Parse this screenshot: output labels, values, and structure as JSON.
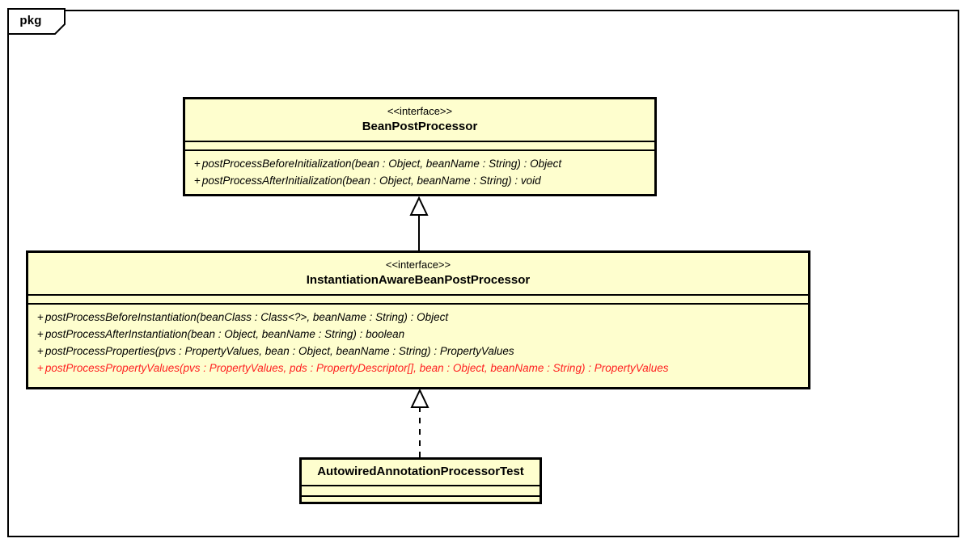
{
  "diagram": {
    "package_label": "pkg",
    "type": "uml-class-diagram"
  },
  "classes": [
    {
      "id": "beanpostprocessor",
      "stereotype": "<<interface>>",
      "name": "BeanPostProcessor",
      "attributes": [],
      "operations": [
        {
          "visibility": "+",
          "signature": "postProcessBeforeInitialization(bean : Object, beanName : String) : Object",
          "deprecated": false
        },
        {
          "visibility": "+",
          "signature": "postProcessAfterInitialization(bean : Object, beanName : String) : void",
          "deprecated": false
        }
      ]
    },
    {
      "id": "instantiationaware",
      "stereotype": "<<interface>>",
      "name": "InstantiationAwareBeanPostProcessor",
      "attributes": [],
      "operations": [
        {
          "visibility": "+",
          "signature": "postProcessBeforeInstantiation(beanClass : Class<?>, beanName : String) : Object",
          "deprecated": false
        },
        {
          "visibility": "+",
          "signature": "postProcessAfterInstantiation(bean : Object, beanName : String) : boolean",
          "deprecated": false
        },
        {
          "visibility": "+",
          "signature": "postProcessProperties(pvs : PropertyValues, bean : Object, beanName : String) : PropertyValues",
          "deprecated": false
        },
        {
          "visibility": "+",
          "signature": "postProcessPropertyValues(pvs : PropertyValues, pds : PropertyDescriptor[], bean : Object, beanName : String) : PropertyValues",
          "deprecated": true
        }
      ]
    },
    {
      "id": "autowiredtest",
      "stereotype": "",
      "name": "AutowiredAnnotationProcessorTest",
      "attributes": [],
      "operations": []
    }
  ],
  "relationships": [
    {
      "name": "generalization",
      "from": "InstantiationAwareBeanPostProcessor",
      "to": "BeanPostProcessor",
      "line": "solid",
      "arrow": "hollow-triangle"
    },
    {
      "name": "realization",
      "from": "AutowiredAnnotationProcessorTest",
      "to": "InstantiationAwareBeanPostProcessor",
      "line": "dashed",
      "arrow": "hollow-triangle"
    }
  ],
  "colors": {
    "class_fill": "#FEFECE",
    "border": "#000000",
    "text": "#000000",
    "deprecated_text": "#FF2020",
    "background": "#FFFFFF"
  }
}
